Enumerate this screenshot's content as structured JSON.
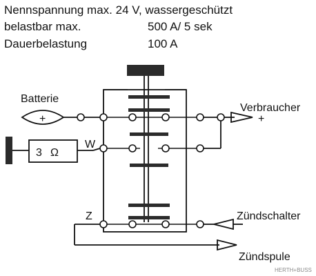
{
  "specs": [
    {
      "label": "Nennspannung max. 24 V, wassergeschützt",
      "value": ""
    },
    {
      "label": "belastbar max.",
      "value": "500 A/ 5 sek"
    },
    {
      "label": "Dauerbelastung",
      "value": "100 A"
    }
  ],
  "labels": {
    "battery": "Batterie",
    "battery_sign": "+",
    "consumer": "Verbraucher",
    "consumer_sign": "+",
    "coil_value": "3",
    "coil_unit": "Ω",
    "terminal_w": "W",
    "terminal_z": "Z",
    "ignition_switch": "Zündschalter",
    "ignition_coil": "Zündspule"
  },
  "watermark": "HERTH+BUSS"
}
